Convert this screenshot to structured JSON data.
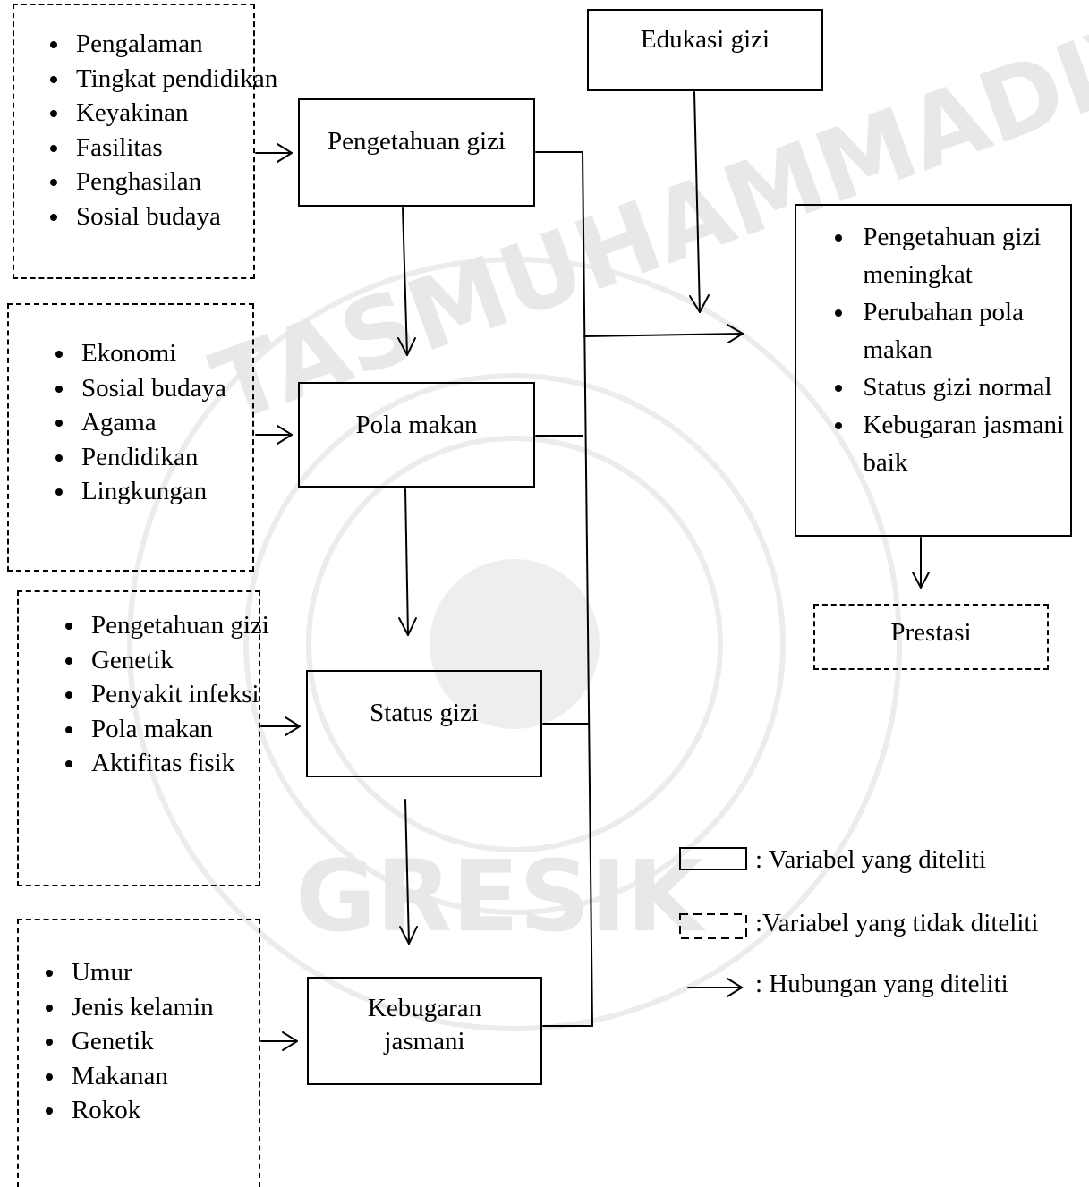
{
  "left_factor_groups": [
    {
      "items": [
        "Pengalaman",
        "Tingkat pendidikan",
        "Keyakinan",
        "Fasilitas",
        "Penghasilan",
        "Sosial budaya"
      ]
    },
    {
      "items": [
        "Ekonomi",
        "Sosial budaya",
        "Agama",
        "Pendidikan",
        "Lingkungan"
      ]
    },
    {
      "items": [
        "Pengetahuan gizi",
        "Genetik",
        "Penyakit infeksi",
        "Pola makan",
        "Aktifitas fisik"
      ]
    },
    {
      "items": [
        "Umur",
        "Jenis kelamin",
        "Genetik",
        "Makanan",
        "Rokok"
      ]
    }
  ],
  "variables": {
    "pengetahuan": "Pengetahuan gizi",
    "pola_makan": "Pola makan",
    "status_gizi": "Status gizi",
    "kebugaran": "Kebugaran jasmani"
  },
  "edukasi": "Edukasi gizi",
  "outcomes": [
    "Pengetahuan gizi meningkat",
    "Perubahan pola makan",
    "Status gizi normal",
    "Kebugaran jasmani baik"
  ],
  "prestasi": "Prestasi",
  "legend": {
    "studied_variable": ": Variabel yang diteliti",
    "unstudied_variable": ":Variabel yang tidak diteliti",
    "studied_relation": ": Hubungan yang diteliti"
  },
  "watermark_text": [
    "TASMUHAMMADIYAH",
    "GRESIK"
  ]
}
